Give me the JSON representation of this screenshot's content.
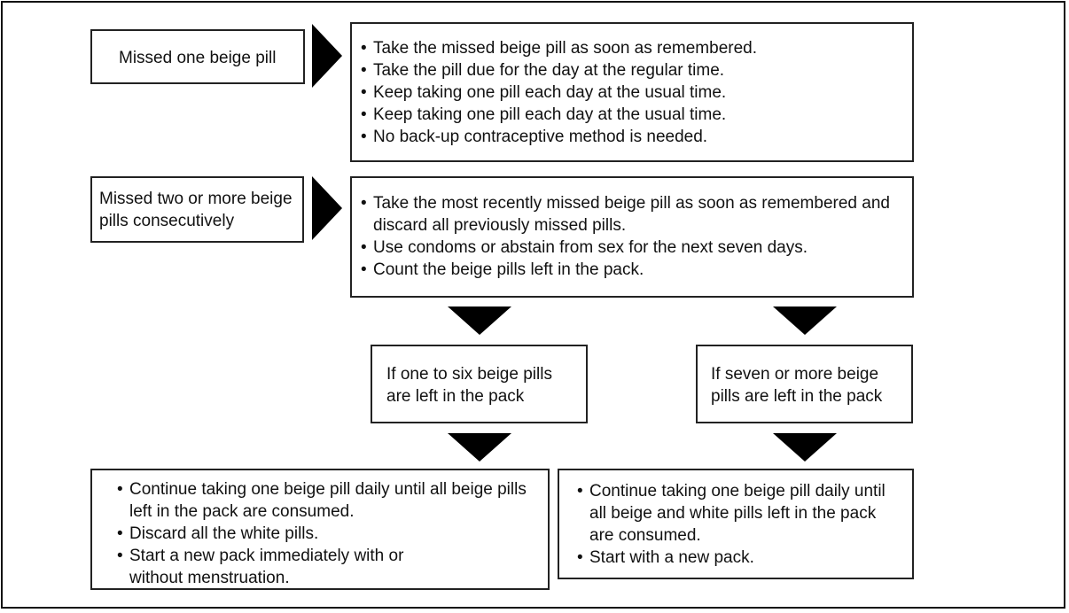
{
  "cond_one_pill": "Missed one beige pill",
  "one_pill_steps": [
    "Take the missed beige pill as soon as remembered.",
    "Take the pill due for the day at the regular time.",
    "Keep taking one pill each day at the usual time.",
    "Keep taking one pill each day at the usual time.",
    "No back-up contraceptive method is needed."
  ],
  "cond_two_pills": "Missed two or more beige pills consecutively",
  "two_pills_steps": [
    "Take the most recently missed beige pill as soon as remembered and discard  all previously missed pills.",
    "Use condoms or abstain from sex for the next seven days.",
    "Count the beige pills left in the pack."
  ],
  "cond_one_to_six": "If one to six beige pills are left in the pack",
  "cond_seven_or_more": "If seven or more beige pills are left in the pack",
  "one_to_six_steps": [
    "Continue taking one beige pill daily until all beige pills left in the pack are consumed.",
    "Discard all the white pills.",
    "Start a new pack immediately with or without menstruation."
  ],
  "seven_or_more_steps": [
    "Continue taking one beige pill daily until all beige and white pills left in the pack are consumed.",
    "Start with a new pack."
  ]
}
